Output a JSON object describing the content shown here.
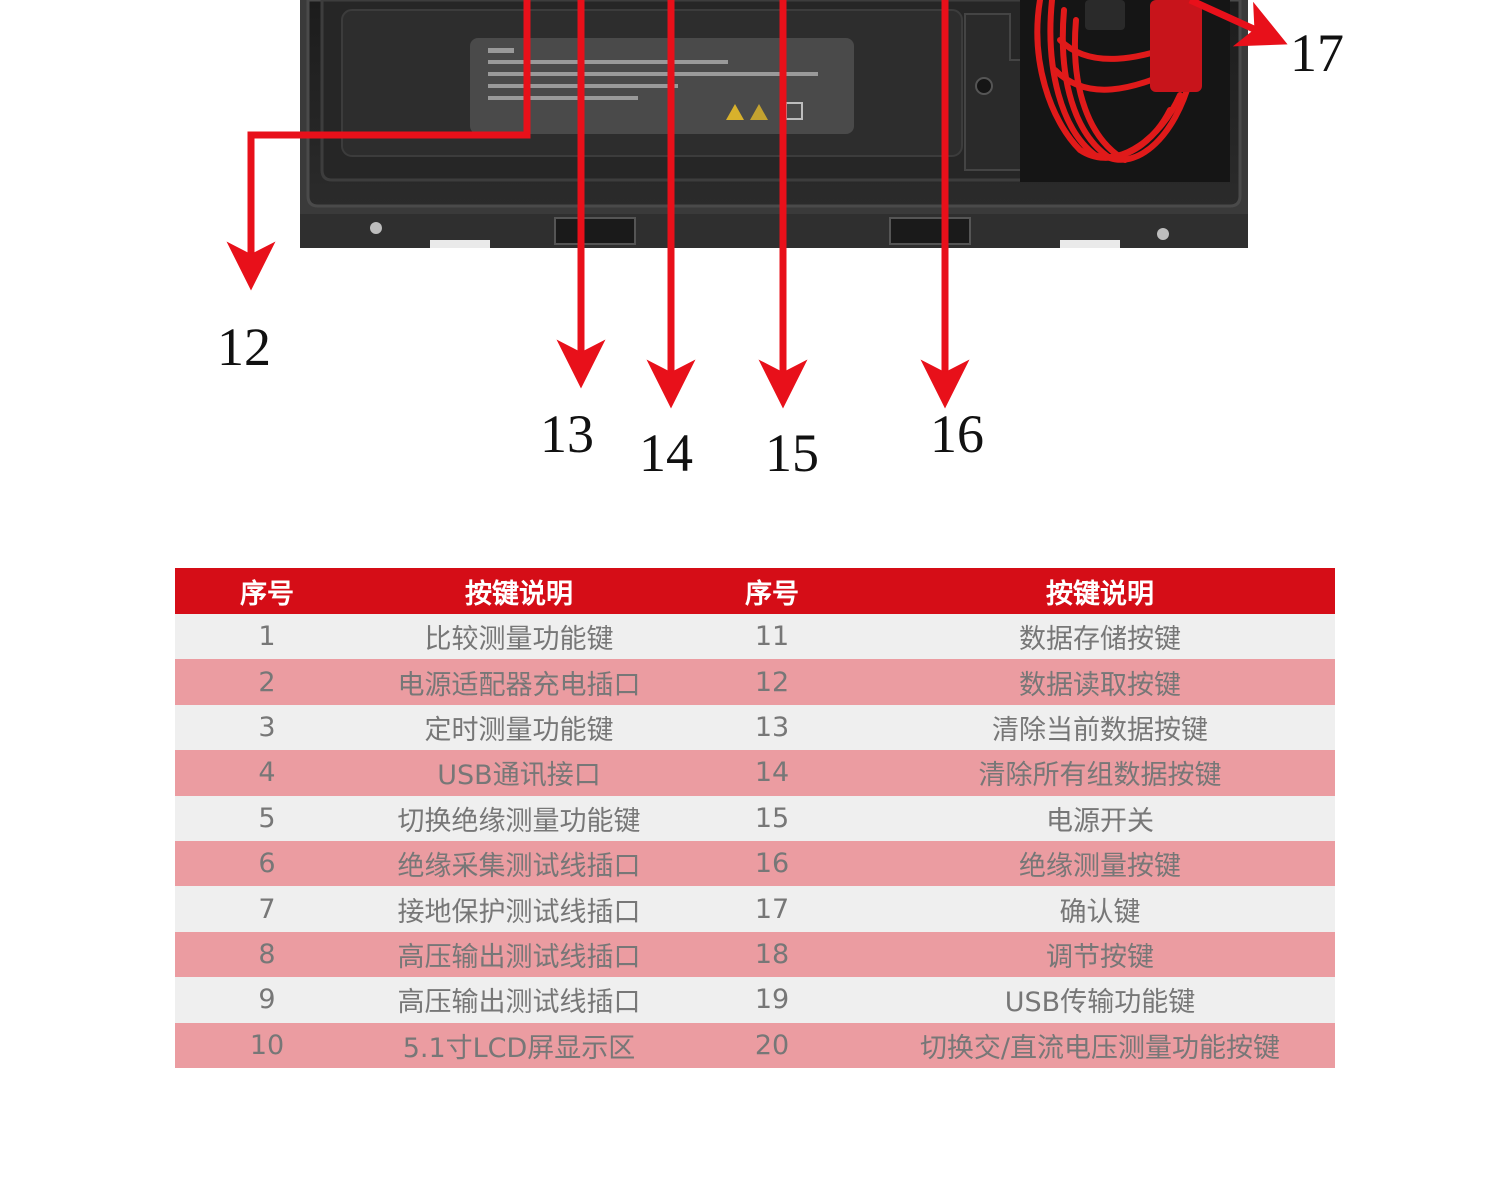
{
  "colors": {
    "arrow": "#e8101a",
    "header_bg": "#d50d17",
    "row_light": "#efefef",
    "row_pink": "#eb9ca1",
    "cable": "#e01a1a"
  },
  "device": {
    "label_icons": [
      "warning-triangle-icon",
      "warning-triangle-icon",
      "power-symbol-icon"
    ]
  },
  "callouts": [
    "12",
    "13",
    "14",
    "15",
    "16",
    "17"
  ],
  "table": {
    "headers": [
      "序号",
      "按键说明",
      "序号",
      "按键说明"
    ],
    "rows": [
      {
        "no1": "1",
        "desc1": "比较测量功能键",
        "no2": "11",
        "desc2": "数据存储按键"
      },
      {
        "no1": "2",
        "desc1": "电源适配器充电插口",
        "no2": "12",
        "desc2": "数据读取按键"
      },
      {
        "no1": "3",
        "desc1": "定时测量功能键",
        "no2": "13",
        "desc2": "清除当前数据按键"
      },
      {
        "no1": "4",
        "desc1": "USB通讯接口",
        "no2": "14",
        "desc2": "清除所有组数据按键"
      },
      {
        "no1": "5",
        "desc1": "切换绝缘测量功能键",
        "no2": "15",
        "desc2": "电源开关"
      },
      {
        "no1": "6",
        "desc1": "绝缘采集测试线插口",
        "no2": "16",
        "desc2": "绝缘测量按键"
      },
      {
        "no1": "7",
        "desc1": "接地保护测试线插口",
        "no2": "17",
        "desc2": "确认键"
      },
      {
        "no1": "8",
        "desc1": "高压输出测试线插口",
        "no2": "18",
        "desc2": "调节按键"
      },
      {
        "no1": "9",
        "desc1": "高压输出测试线插口",
        "no2": "19",
        "desc2": "USB传输功能键"
      },
      {
        "no1": "10",
        "desc1": "5.1寸LCD屏显示区",
        "no2": "20",
        "desc2": "切换交/直流电压测量功能按键"
      }
    ]
  }
}
